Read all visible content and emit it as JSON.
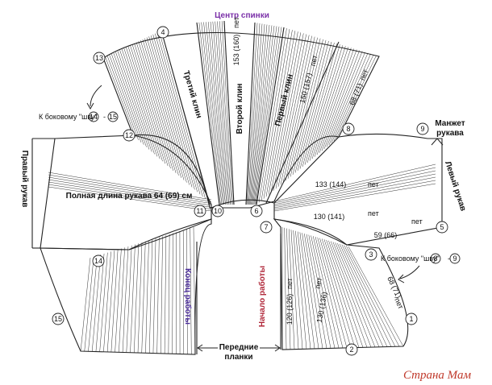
{
  "labels": {
    "center_back": "Центр спинки",
    "third_wedge": "Третий клин",
    "second_wedge": "Второй клин",
    "first_wedge": "Первый клин",
    "sts_153": "153 (160)",
    "sts_150": "150 (157)",
    "sts_68_top": "68 (71)",
    "unit": "пет",
    "right_sleeve": "Правый рукав",
    "left_sleeve": "Левый рукав",
    "sleeve_cuff_line1": "Манжет",
    "sleeve_cuff_line2": "рукава",
    "full_sleeve_length": "Полная длина рукава 64 (69) см",
    "sts_133": "133 (144)",
    "sts_130_sleeve": "130 (141)",
    "sts_59": "59 (66)",
    "to_side_seam_left": "К боковому \"шву\"",
    "to_side_seam_right": "К боковому \"шву\"",
    "seam_dash": "-",
    "end_of_work": "Конец работы",
    "start_of_work": "Начало работы",
    "sts_120": "120 (126)",
    "sts_130_front": "130 (136)",
    "sts_68_bottom": "68 (71)",
    "front_bands_line1": "Передние",
    "front_bands_line2": "планки",
    "watermark": "Страна Мам"
  },
  "points": [
    "1",
    "2",
    "3",
    "4",
    "5",
    "6",
    "7",
    "8",
    "9",
    "10",
    "11",
    "12",
    "13",
    "14",
    "15"
  ],
  "colors": {
    "center_back": "#7a2fa8",
    "end_of_work": "#4a2b9a",
    "start_of_work": "#b0283a",
    "watermark": "#c0392b"
  }
}
